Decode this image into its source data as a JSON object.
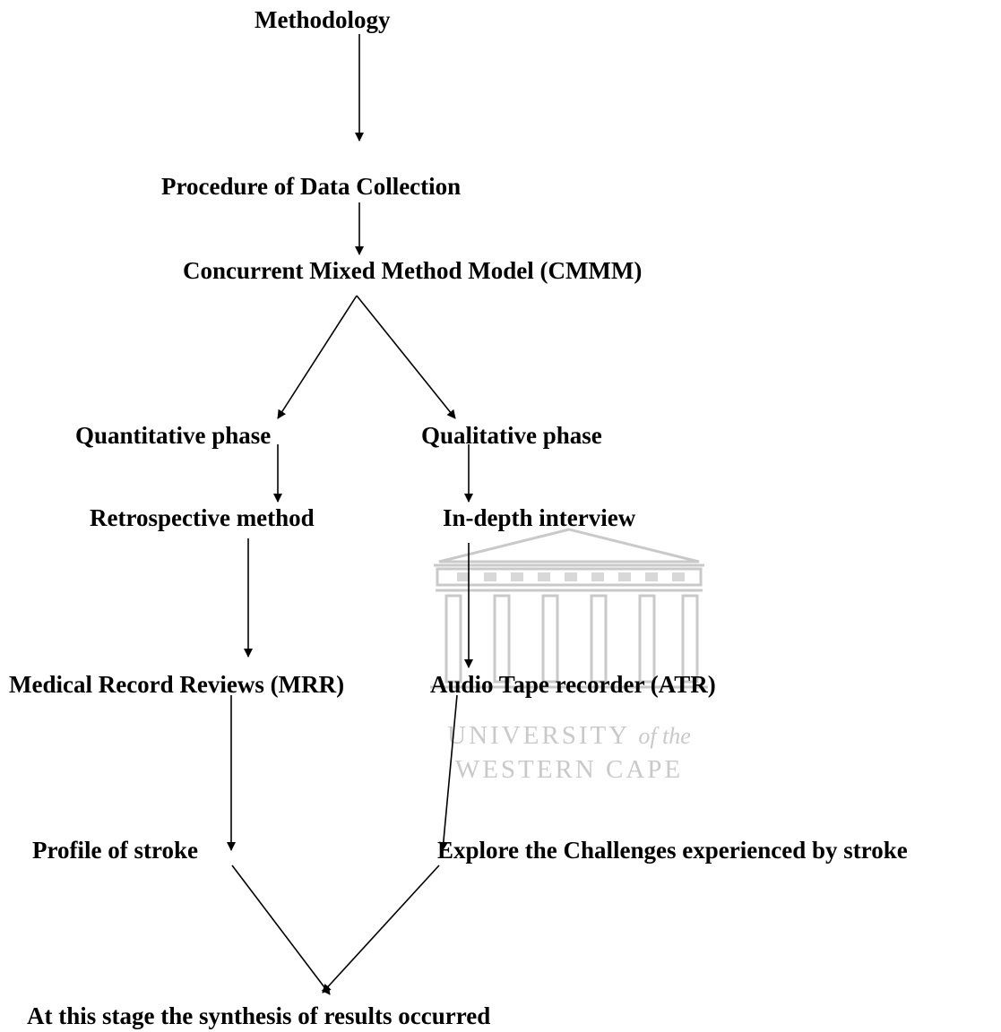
{
  "diagram": {
    "nodes": {
      "methodology": "Methodology",
      "procedure": "Procedure of Data Collection",
      "cmmm": "Concurrent Mixed Method Model (CMMM)",
      "quantitative": "Quantitative phase",
      "qualitative": "Qualitative phase",
      "retrospective": "Retrospective method",
      "interview": "In-depth interview",
      "mrr": "Medical Record Reviews (MRR)",
      "atr": "Audio Tape recorder (ATR)",
      "profile": "Profile of stroke",
      "explore": "Explore the Challenges experienced by stroke",
      "synthesis": "At this stage the synthesis of results occurred"
    },
    "edges": [
      {
        "from": "methodology",
        "to": "procedure"
      },
      {
        "from": "procedure",
        "to": "cmmm"
      },
      {
        "from": "cmmm",
        "to": "quantitative"
      },
      {
        "from": "cmmm",
        "to": "qualitative"
      },
      {
        "from": "quantitative",
        "to": "retrospective"
      },
      {
        "from": "qualitative",
        "to": "interview"
      },
      {
        "from": "retrospective",
        "to": "mrr"
      },
      {
        "from": "interview",
        "to": "atr"
      },
      {
        "from": "mrr",
        "to": "profile"
      },
      {
        "from": "atr",
        "to": "explore"
      },
      {
        "from": "profile",
        "to": "synthesis"
      },
      {
        "from": "explore",
        "to": "synthesis"
      }
    ],
    "colors": {
      "text": "#000000",
      "arrow": "#000000",
      "watermark": "#c9c9c9"
    }
  },
  "watermark": {
    "line1": "UNIVERSITY",
    "line1_suffix": "of the",
    "line2": "WESTERN CAPE"
  }
}
